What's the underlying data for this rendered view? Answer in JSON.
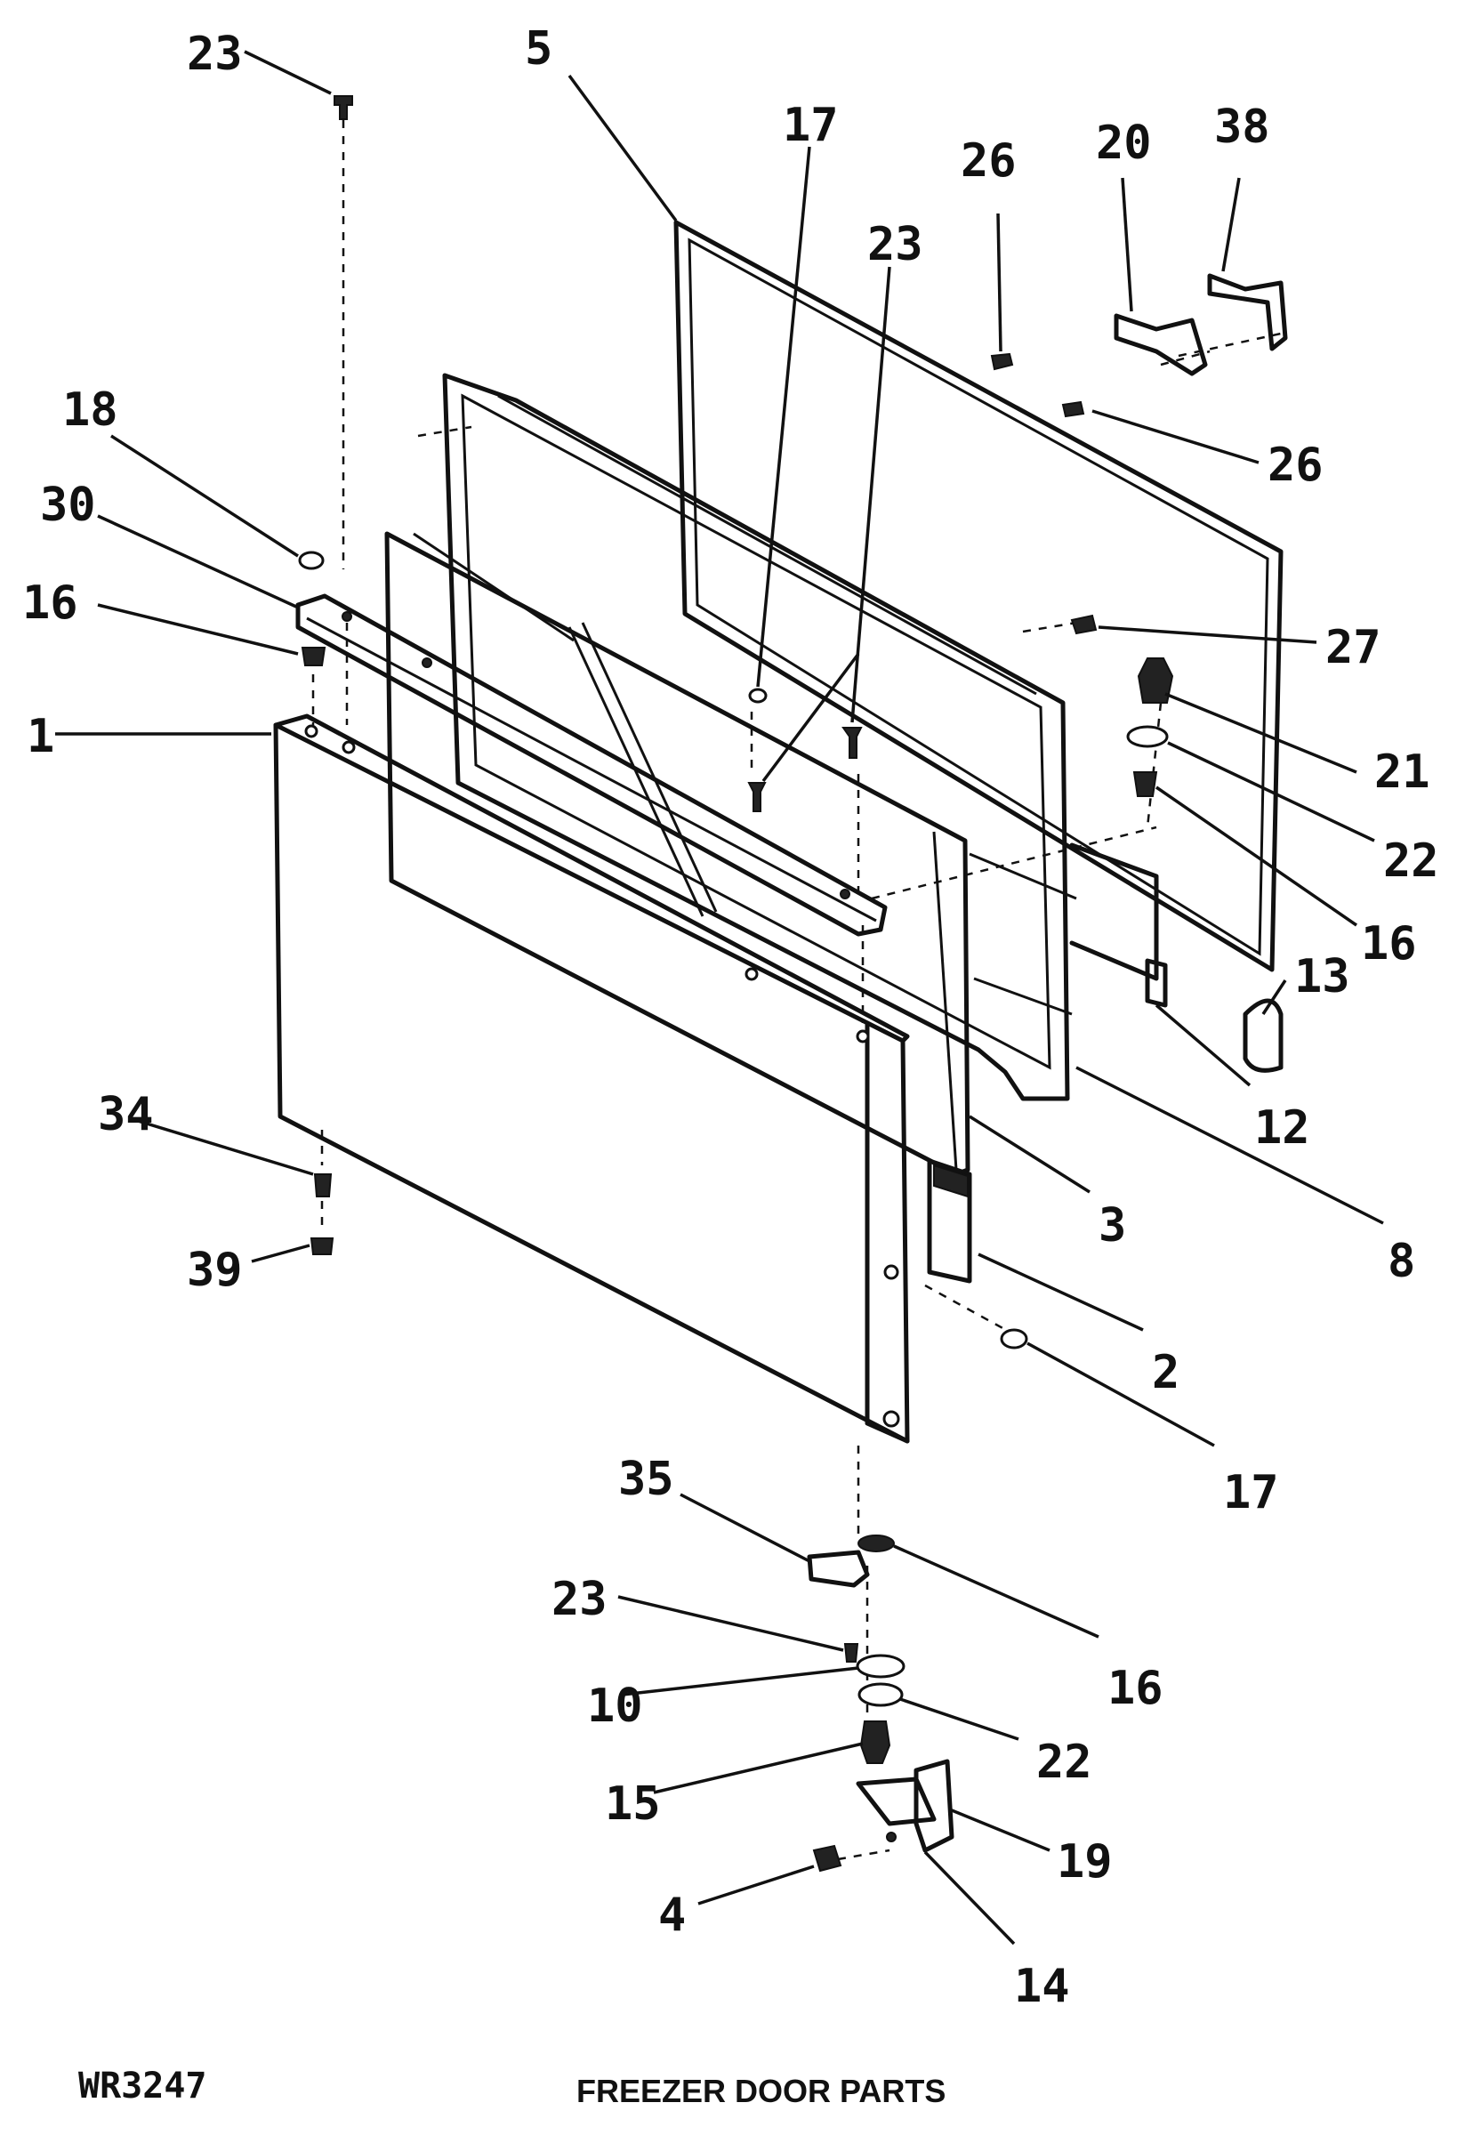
{
  "diagram": {
    "callouts": {
      "c23_top": "23",
      "c5": "5",
      "c17_top": "17",
      "c23_mid": "23",
      "c26_top": "26",
      "c20": "20",
      "c38": "38",
      "c26_right": "26",
      "c18": "18",
      "c30": "30",
      "c16_left": "16",
      "c1": "1",
      "c27": "27",
      "c21": "21",
      "c22_right": "22",
      "c16_right": "16",
      "c13": "13",
      "c12": "12",
      "c34": "34",
      "c3": "3",
      "c8": "8",
      "c39": "39",
      "c2": "2",
      "c17_bottom": "17",
      "c35": "35",
      "c16_bottom": "16",
      "c23_bottom": "23",
      "c10": "10",
      "c22_bottom": "22",
      "c15": "15",
      "c19": "19",
      "c4": "4",
      "c14": "14"
    },
    "footer": {
      "code": "WR3247",
      "title": "FREEZER DOOR PARTS"
    }
  }
}
